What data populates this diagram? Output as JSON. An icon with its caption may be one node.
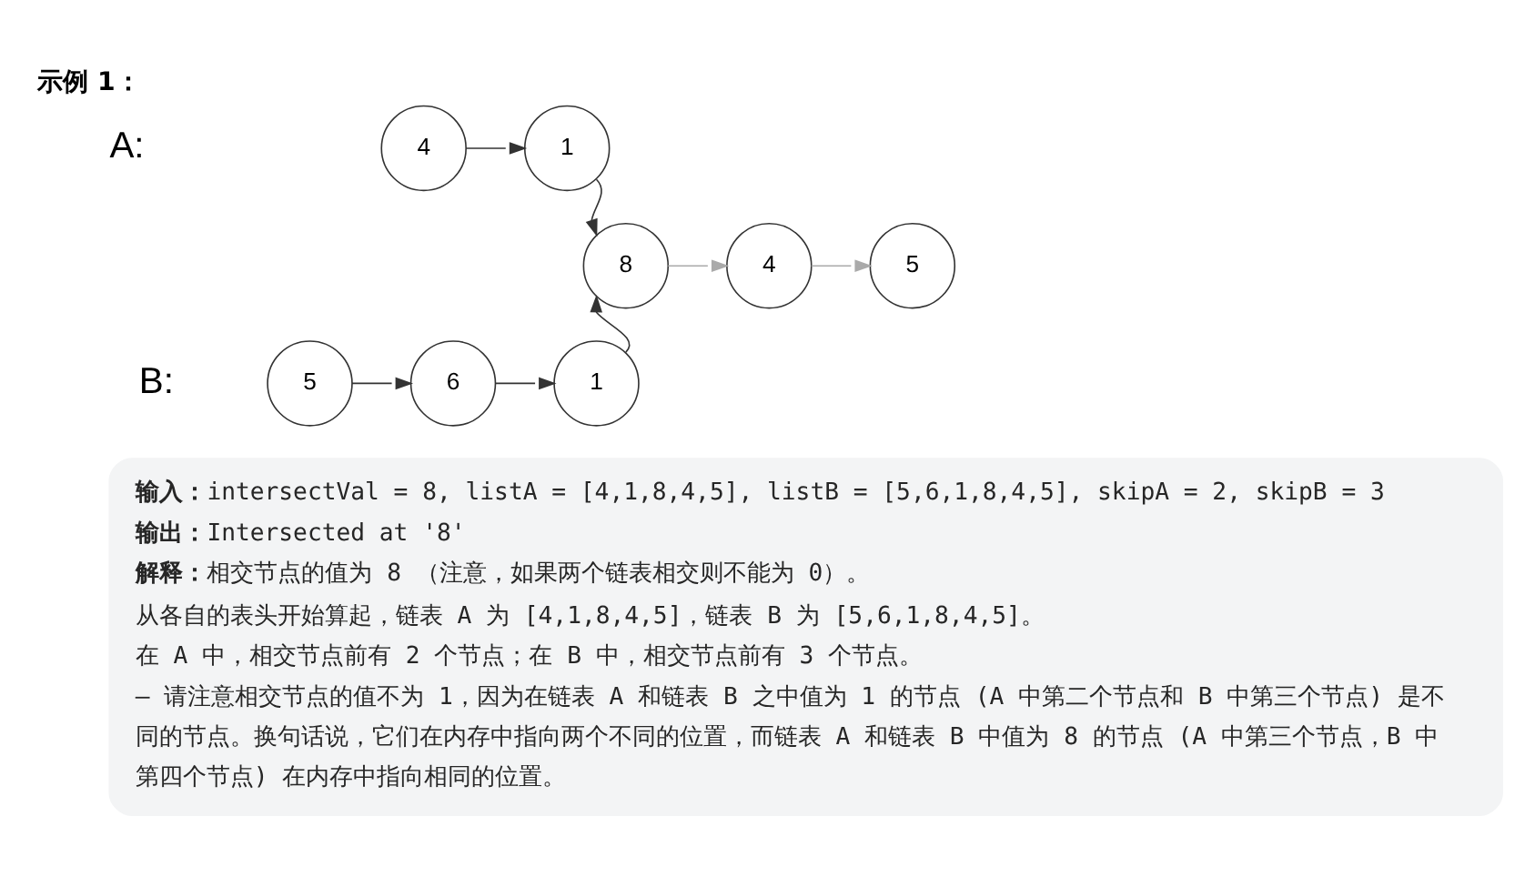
{
  "diagram": {
    "title": "示例 1：",
    "nodes": [
      {
        "text": [
          "4"
        ]
      },
      {
        "text": [
          "1"
        ]
      },
      {
        "text": [
          "8"
        ]
      },
      {
        "text": [
          "4"
        ]
      },
      {
        "text": [
          "5"
        ]
      },
      {
        "text": [
          "5"
        ]
      },
      {
        "text": [
          "6"
        ]
      },
      {
        "text": [
          "1"
        ]
      },
      {
        "text": [
          "**输入：**intersectVal = 8, listA = [4,1,8,4,5], listB = [5,6,1,8,4,5], skipA = 2, skipB = 3",
          "**输出：**Intersected at '8'",
          "**解释：**相交节点的值为 8 （注意，如果两个链表相交则不能为 0）。",
          "从各自的表头开始算起，链表 A 为 [4,1,8,4,5]，链表 B 为 [5,6,1,8,4,5]。",
          "在 A 中，相交节点前有 2 个节点；在 B 中，相交节点前有 3 个节点。",
          "— 请注意相交节点的值不为 1，因为在链表 A 和链表 B 之中值为 1 的节点 (A 中第二个节点和 B 中第三个节点) 是不同的节点。换句话说，它们在内存中指向两个不同的位置，而链表 A 和链表 B 中值为 8 的节点 (A 中第三个节点，B 中第四个节点) 在内存中指向相同的位置。"
        ]
      }
    ],
    "edges": [
      {
        "from": 0,
        "to": 1,
        "arrow": "to"
      },
      {
        "from": 1,
        "to": 2,
        "arrow": "to"
      },
      {
        "from": 2,
        "to": 3,
        "arrow": "to",
        "color": "#aaaaaa"
      },
      {
        "from": 3,
        "to": 4,
        "arrow": "to",
        "color": "#aaaaaa"
      },
      {
        "from": 5,
        "to": 6,
        "arrow": "to"
      },
      {
        "from": 6,
        "to": 7,
        "arrow": "to"
      },
      {
        "from": 7,
        "to": 2,
        "arrow": "to"
      }
    ],
    "labels": [
      "A:",
      "B:"
    ]
  }
}
